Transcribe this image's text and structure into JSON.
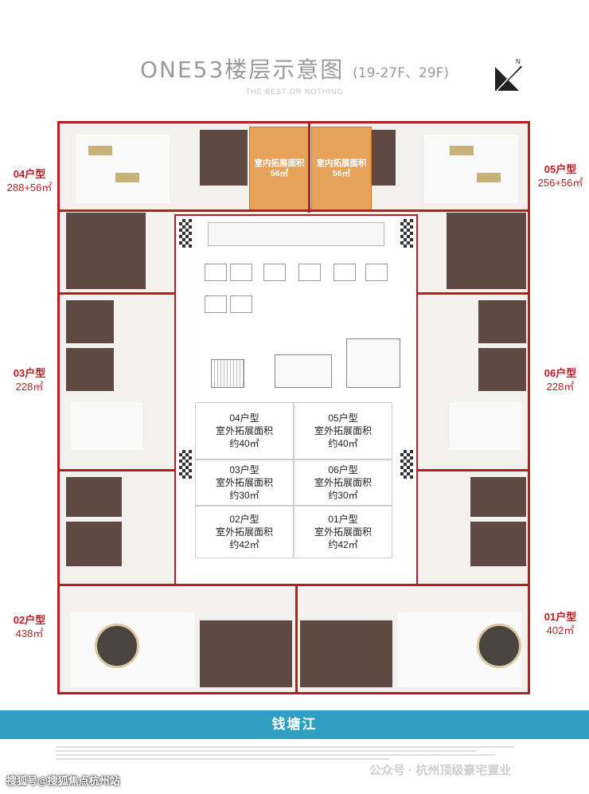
{
  "header": {
    "title": "ONE53楼层示意图",
    "title_floors": "(19-27F、29F)",
    "motto": "THE BEST OR NOTHING",
    "compass_label": "N"
  },
  "units": {
    "u04": {
      "name": "04户型",
      "area": "288+56㎡"
    },
    "u05": {
      "name": "05户型",
      "area": "256+56㎡"
    },
    "u03": {
      "name": "03户型",
      "area": "228㎡"
    },
    "u06": {
      "name": "06户型",
      "area": "228㎡"
    },
    "u02": {
      "name": "02户型",
      "area": "438㎡"
    },
    "u01": {
      "name": "01户型",
      "area": "402㎡"
    }
  },
  "indoor_ext": {
    "left": {
      "label": "室内拓展面积",
      "area": "56㎡"
    },
    "right": {
      "label": "室内拓展面积",
      "area": "56㎡"
    }
  },
  "outdoor_ext": [
    {
      "unit": "04户型",
      "label": "室外拓展面积",
      "area": "约40㎡"
    },
    {
      "unit": "05户型",
      "label": "室外拓展面积",
      "area": "约40㎡"
    },
    {
      "unit": "03户型",
      "label": "室外拓展面积",
      "area": "约30㎡"
    },
    {
      "unit": "06户型",
      "label": "室外拓展面积",
      "area": "约30㎡"
    },
    {
      "unit": "02户型",
      "label": "室外拓展面积",
      "area": "约42㎡"
    },
    {
      "unit": "01户型",
      "label": "室外拓展面积",
      "area": "约42㎡"
    }
  ],
  "river": "钱塘江",
  "footer": {
    "watermark_left": "搜狐号@搜狐焦点杭州站",
    "watermark_right": "公众号 · 杭州顶级豪宅置业"
  },
  "colors": {
    "outline": "#b41e24",
    "river": "#2f9fc2",
    "indoor_ext": "#e8a35a",
    "room_dark": "#5e4a43"
  }
}
